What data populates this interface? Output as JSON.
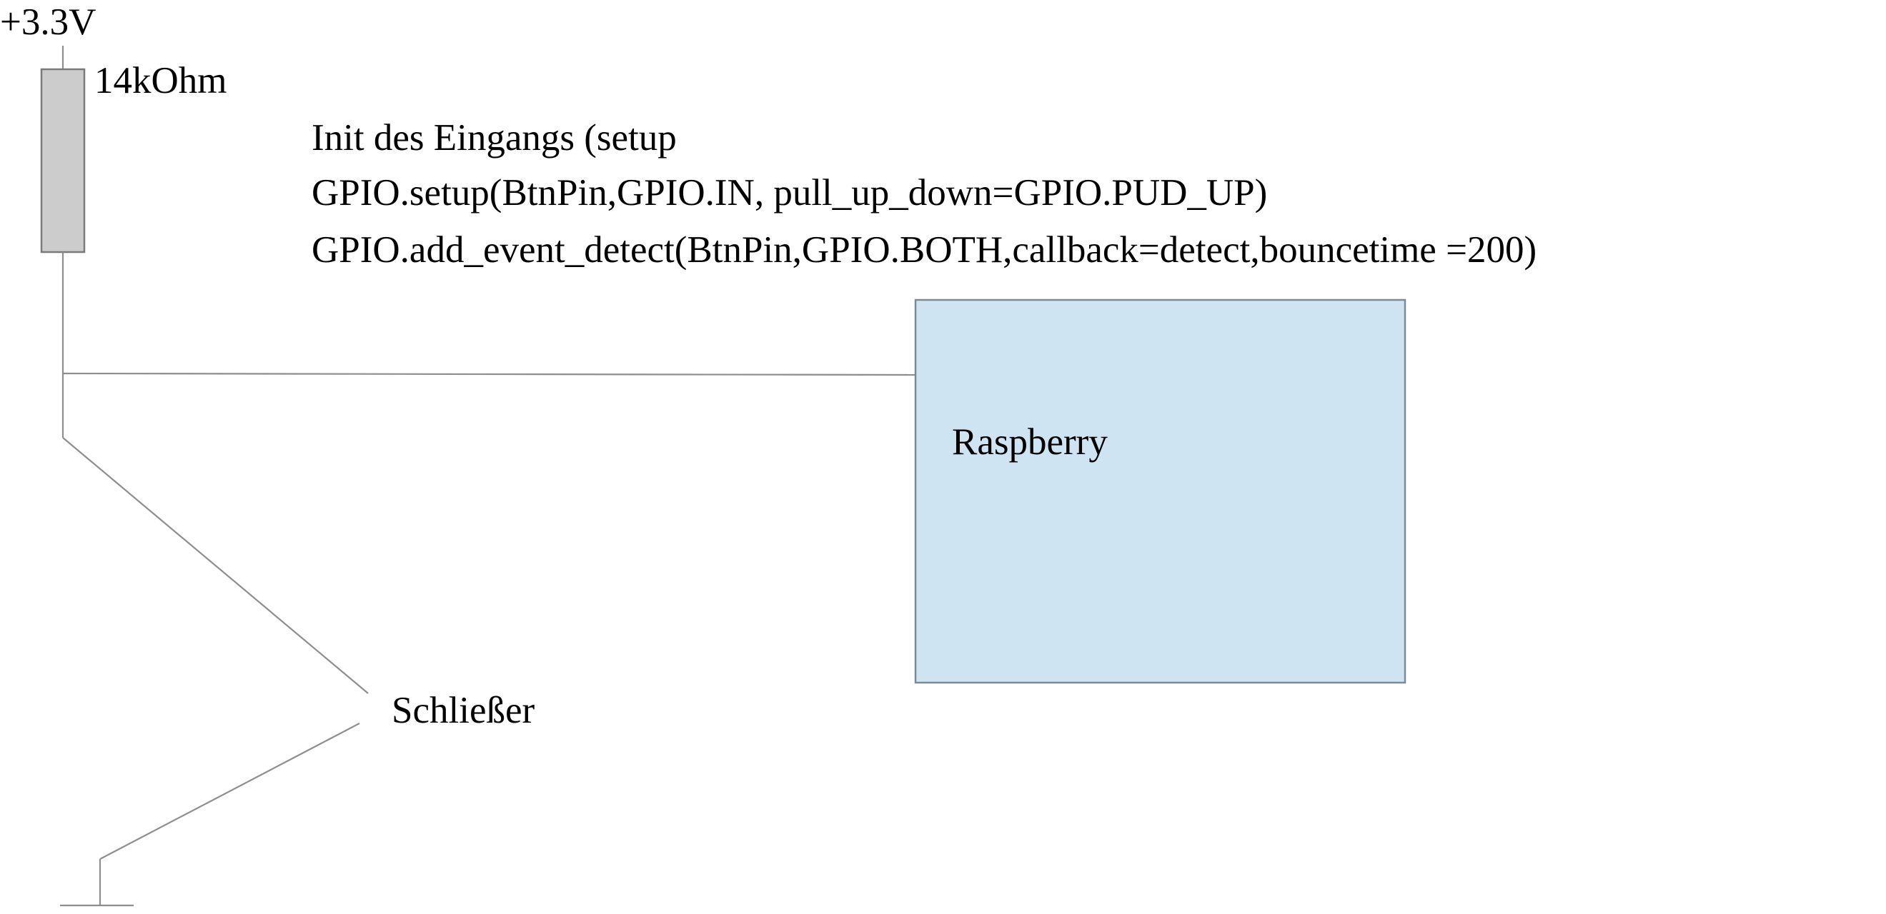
{
  "supply": {
    "label": "+3.3V"
  },
  "resistor": {
    "label": "14kOhm",
    "fill_color": "#cccccc",
    "stroke_color": "#7a7a7a"
  },
  "code_note": {
    "line1": "Init des Eingangs (setup",
    "line2": "GPIO.setup(BtnPin,GPIO.IN, pull_up_down=GPIO.PUD_UP)",
    "line3": "GPIO.add_event_detect(BtnPin,GPIO.BOTH,callback=detect,bouncetime =200)"
  },
  "raspberry": {
    "label": "Raspberry",
    "fill_color": "#cfe4f2",
    "stroke_color": "#7a8a96"
  },
  "switch": {
    "label": "Schließer"
  },
  "wire_color": "#8e8e8e"
}
